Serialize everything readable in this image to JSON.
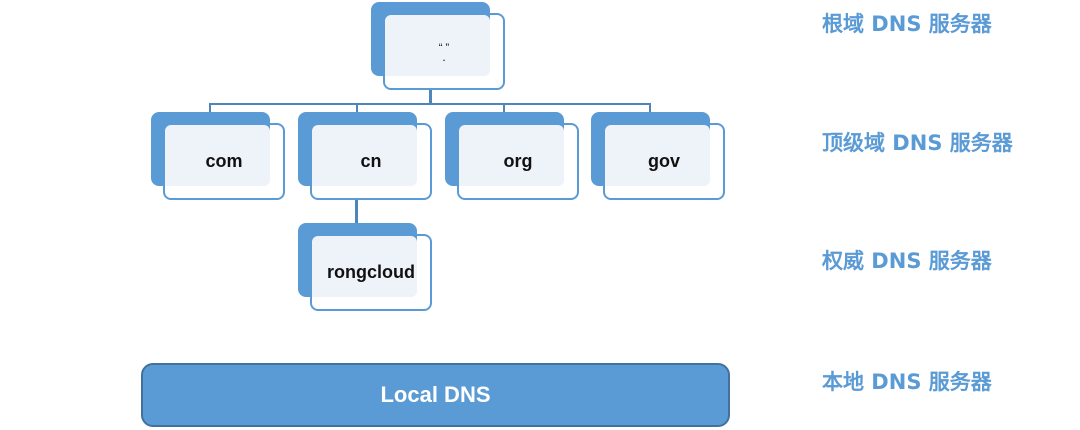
{
  "diagram": {
    "title": "DNS hierarchy",
    "colors": {
      "accent": "#5b9bd5",
      "box_fill": "#eef3fa",
      "line": "#4f86b9",
      "local_border": "#41719c"
    },
    "root": {
      "label_quotes": "“ ”",
      "label_dot": "."
    },
    "tld": [
      {
        "label": "com"
      },
      {
        "label": "cn"
      },
      {
        "label": "org"
      },
      {
        "label": "gov"
      }
    ],
    "authoritative": {
      "label": "rongcloud",
      "parent": "cn"
    },
    "local": {
      "label": "Local DNS"
    },
    "tiers": [
      {
        "label": "根域 DNS 服务器"
      },
      {
        "label": "顶级域 DNS 服务器"
      },
      {
        "label": "权威 DNS 服务器"
      },
      {
        "label": "本地 DNS 服务器"
      }
    ]
  }
}
